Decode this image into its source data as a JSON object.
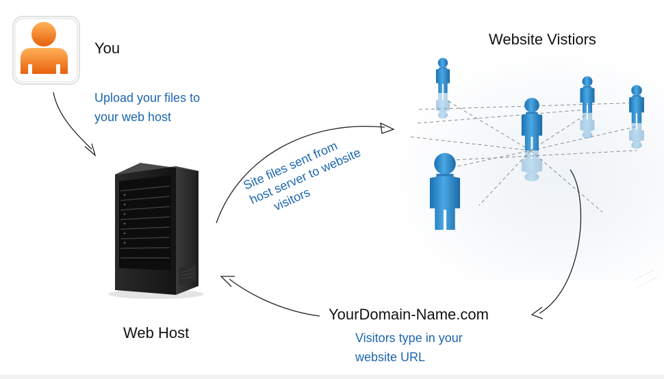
{
  "you": {
    "label": "You"
  },
  "upload": {
    "line1": "Upload your files to",
    "line2": "your web host"
  },
  "visitors": {
    "title": "Website Vistiors"
  },
  "transfer": {
    "line1": "Site files sent from",
    "line2": "host server to website",
    "line3": "visitors"
  },
  "webhost": {
    "label": "Web Host"
  },
  "domain": {
    "name": "YourDomain-Name.com",
    "line1": "Visitors type in your",
    "line2": "website URL"
  },
  "colors": {
    "accent_blue": "#1b66b0",
    "person_orange": "#f07a1a",
    "visitor_blue": "#2f8fd0",
    "server_dark": "#1c1c1c"
  },
  "icons": [
    "user-icon",
    "server-icon",
    "visitor-figure-icon",
    "arrow-icon"
  ]
}
